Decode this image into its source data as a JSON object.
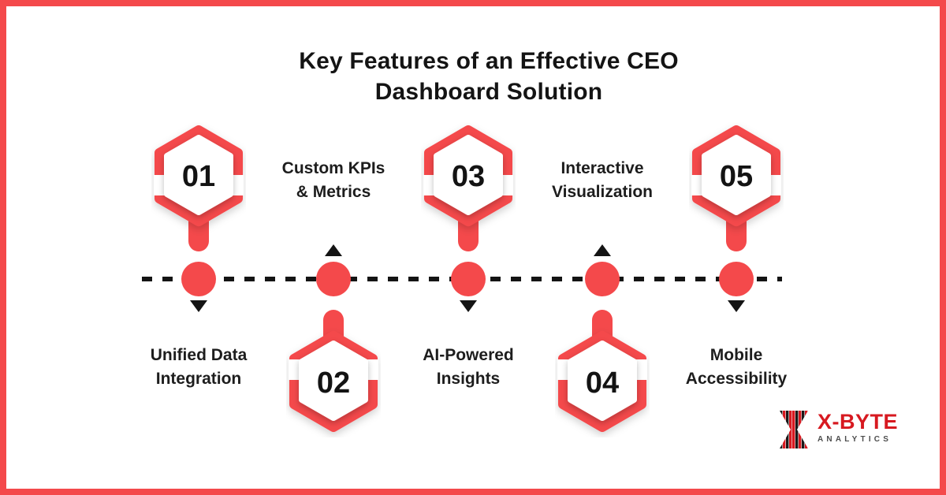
{
  "colors": {
    "accent": "#F4494B",
    "ink": "#141414",
    "background": "#FFFFFF",
    "logo_red": "#D71920",
    "logo_gray": "#4D4D4D"
  },
  "title": {
    "text": "Key Features of an Effective CEO Dashboard Solution",
    "lines": [
      "Key Features of an Effective CEO",
      "Dashboard Solution"
    ]
  },
  "timeline": {
    "node_count": 5,
    "line_style": "dashed"
  },
  "features": [
    {
      "number": "01",
      "label": "Unified Data Integration",
      "lines": [
        "Unified Data",
        "Integration"
      ],
      "marker_position": "above-line",
      "label_position": "below-line"
    },
    {
      "number": "02",
      "label": "Custom KPIs & Metrics",
      "lines": [
        "Custom KPIs",
        "& Metrics"
      ],
      "marker_position": "below-line",
      "label_position": "above-line"
    },
    {
      "number": "03",
      "label": "AI-Powered Insights",
      "lines": [
        "AI-Powered",
        "Insights"
      ],
      "marker_position": "above-line",
      "label_position": "below-line"
    },
    {
      "number": "04",
      "label": "Interactive Visualization",
      "lines": [
        "Interactive",
        "Visualization"
      ],
      "marker_position": "below-line",
      "label_position": "above-line"
    },
    {
      "number": "05",
      "label": "Mobile Accessibility",
      "lines": [
        "Mobile",
        "Accessibility"
      ],
      "marker_position": "above-line",
      "label_position": "below-line"
    }
  ],
  "logo": {
    "name": "X-BYTE",
    "subtitle": "ANALYTICS"
  }
}
